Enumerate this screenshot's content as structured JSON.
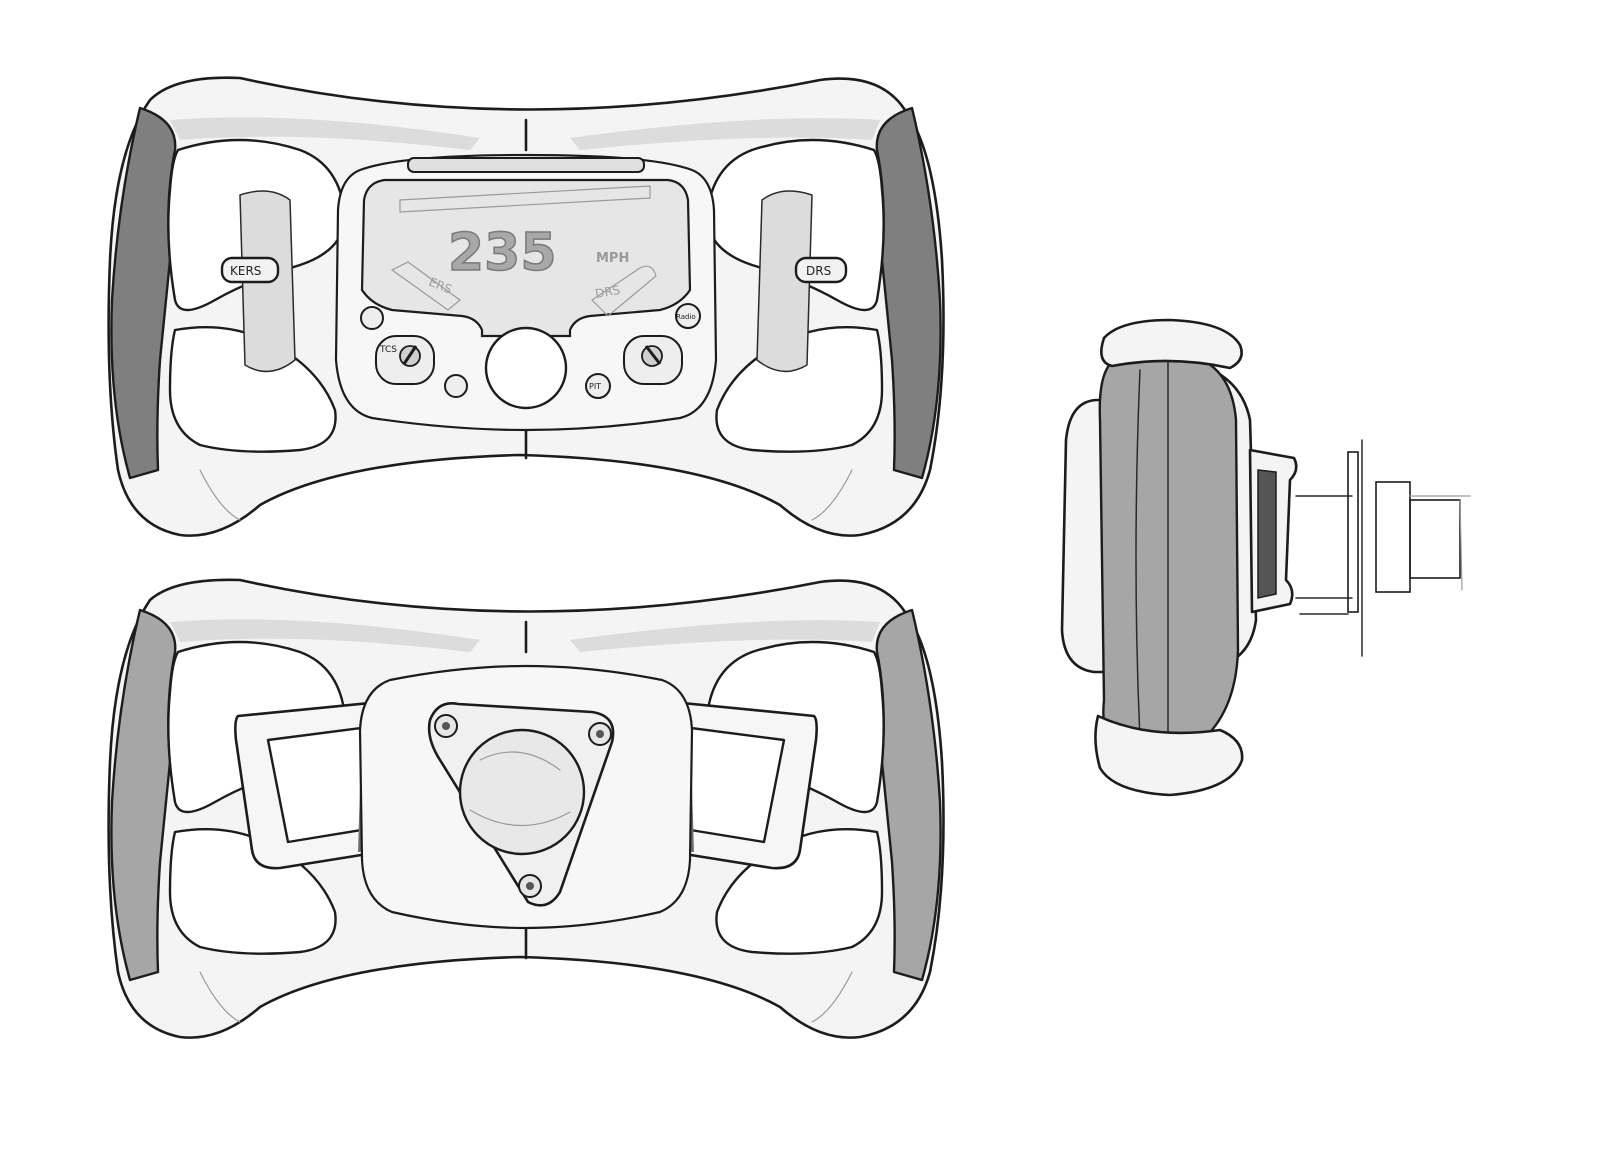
{
  "display": {
    "speed_value": "235",
    "speed_unit": "MPH",
    "ers_label": "ERS",
    "drs_label": "DRS"
  },
  "buttons": {
    "kers": "KERS",
    "drs": "DRS",
    "tcs": "TCS",
    "pit": "PIT",
    "radio": "Radio"
  },
  "colors": {
    "grip": "#7f7f7f",
    "body": "#f4f4f4",
    "ink": "#1c1c1c",
    "screen": "#e6e6e6"
  }
}
